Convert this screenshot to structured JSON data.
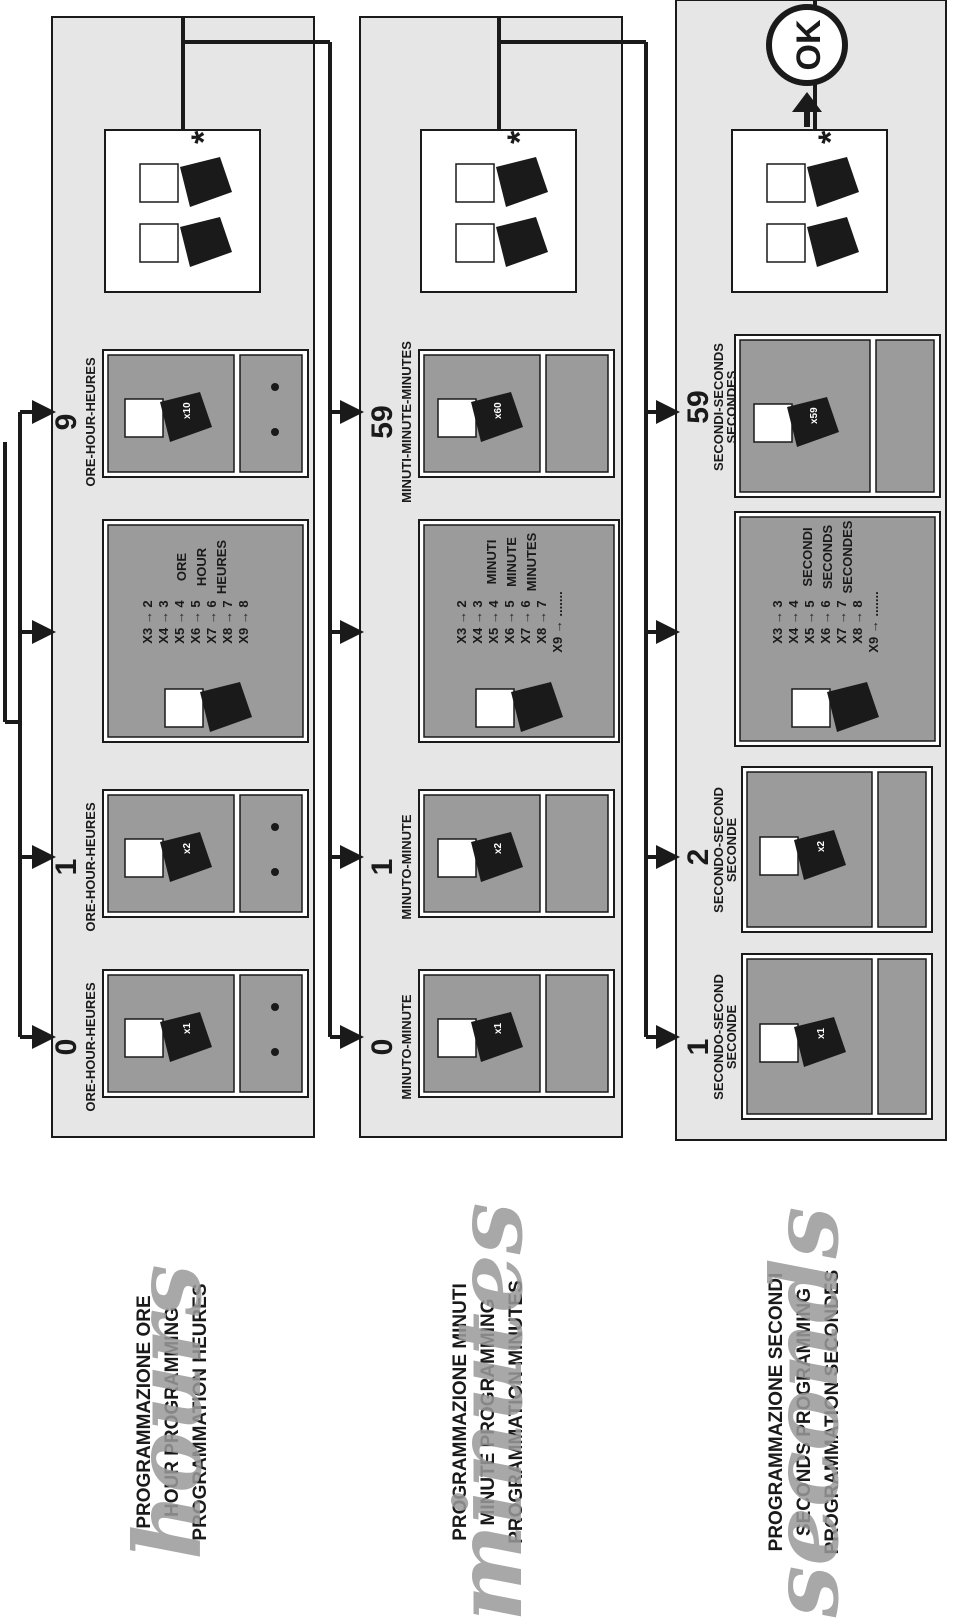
{
  "rows": [
    {
      "id": "hours",
      "title_lines": [
        "PROGRAMMAZIONE ORE",
        "HOUR PROGRAMMING",
        "PROGRAMMATION HEURES"
      ],
      "handwriting": "hours",
      "steps": [
        {
          "number": "0",
          "label_lines": [
            "ORE-HOUR-HEURES"
          ],
          "press": "x1"
        },
        {
          "number": "1",
          "label_lines": [
            "ORE-HOUR-HEURES"
          ],
          "press": "x2"
        },
        {
          "number": "9",
          "label_lines": [
            "ORE-HOUR-HEURES"
          ],
          "press": "x10"
        }
      ],
      "mapping": {
        "lines": [
          "X3 → 2",
          "X4 → 3",
          "X5 → 4",
          "X6 → 5",
          "X7 → 6",
          "X8 → 7",
          "X9 → 8"
        ],
        "units": [
          "ORE",
          "HOUR",
          "HEURES"
        ]
      }
    },
    {
      "id": "minutes",
      "title_lines": [
        "PROGRAMMAZIONE MINUTI",
        "MINUTE PROGRAMMING",
        "PROGRAMMATION MINUTES"
      ],
      "handwriting": "minutes",
      "steps": [
        {
          "number": "0",
          "label_lines": [
            "MINUTO-MINUTE"
          ],
          "press": "x1"
        },
        {
          "number": "1",
          "label_lines": [
            "MINUTO-MINUTE"
          ],
          "press": "x2"
        },
        {
          "number": "59",
          "label_lines": [
            "MINUTI-MINUTE-MINUTES"
          ],
          "press": "x60"
        }
      ],
      "mapping": {
        "lines": [
          "X3 → 2",
          "X4 → 3",
          "X5 → 4",
          "X6 → 5",
          "X7 → 6",
          "X8 → 7",
          "X9 → ......."
        ],
        "units": [
          "MINUTI",
          "MINUTE",
          "MINUTES"
        ]
      }
    },
    {
      "id": "seconds",
      "title_lines": [
        "PROGRAMMAZIONE SECONDI",
        "SECONDS PROGRAMMING",
        "PROGRAMMATION SECONDES"
      ],
      "handwriting": "seconds",
      "steps": [
        {
          "number": "1",
          "label_lines": [
            "SECONDO-SECOND",
            "SECONDE"
          ],
          "press": "x1"
        },
        {
          "number": "2",
          "label_lines": [
            "SECONDO-SECOND",
            "SECONDE"
          ],
          "press": "x2"
        },
        {
          "number": "59",
          "label_lines": [
            "SECONDI-SECONDS",
            "SECONDES"
          ],
          "press": "x59"
        }
      ],
      "mapping": {
        "lines": [
          "X3 → 3",
          "X4 → 4",
          "X5 → 5",
          "X6 → 6",
          "X7 → 7",
          "X8 → 8",
          "X9 → ......."
        ],
        "units": [
          "SECONDI",
          "SECONDS",
          "SECONDES"
        ]
      }
    }
  ],
  "confirm_symbol": "*",
  "ok_label": "OK",
  "colors": {
    "panel_bg": "#e6e6e6",
    "box_bg": "#9b9b9b",
    "ink": "#1a1a1a",
    "handwriting": "#9a9a9a"
  }
}
